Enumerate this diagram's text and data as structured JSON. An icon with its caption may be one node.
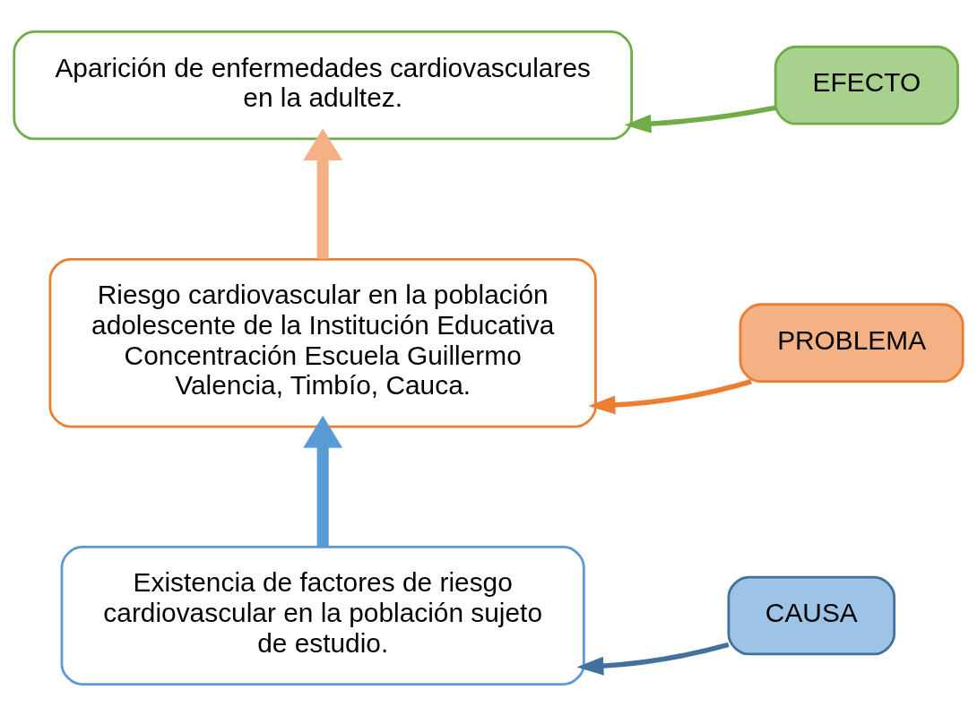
{
  "diagram": {
    "nodes": [
      {
        "text": [
          "Aparición de enfermedades cardiovasculares en la adultez."
        ]
      },
      {
        "text": [
          "EFECTO"
        ]
      },
      {
        "text": [
          "Riesgo cardiovascular en la población adolescente de la Institución Educativa Concentración Escuela Guillermo Valencia, Timbío, Cauca."
        ]
      },
      {
        "text": [
          "PROBLEMA"
        ]
      },
      {
        "text": [
          "Existencia de factores de riesgo cardiovascular en la población sujeto de estudio."
        ]
      },
      {
        "text": [
          "CAUSA"
        ]
      }
    ],
    "edges": [
      {
        "from": 1,
        "to": 0,
        "arrow": "to",
        "color": "#70ad47"
      },
      {
        "from": 2,
        "to": 0,
        "arrow": "to",
        "style": "thick",
        "color": "#f4b183"
      },
      {
        "from": 3,
        "to": 2,
        "arrow": "to",
        "color": "#ed7d31"
      },
      {
        "from": 4,
        "to": 2,
        "arrow": "to",
        "style": "thick",
        "color": "#5b9bd5"
      },
      {
        "from": 5,
        "to": 4,
        "arrow": "to",
        "color": "#41719c"
      }
    ]
  }
}
